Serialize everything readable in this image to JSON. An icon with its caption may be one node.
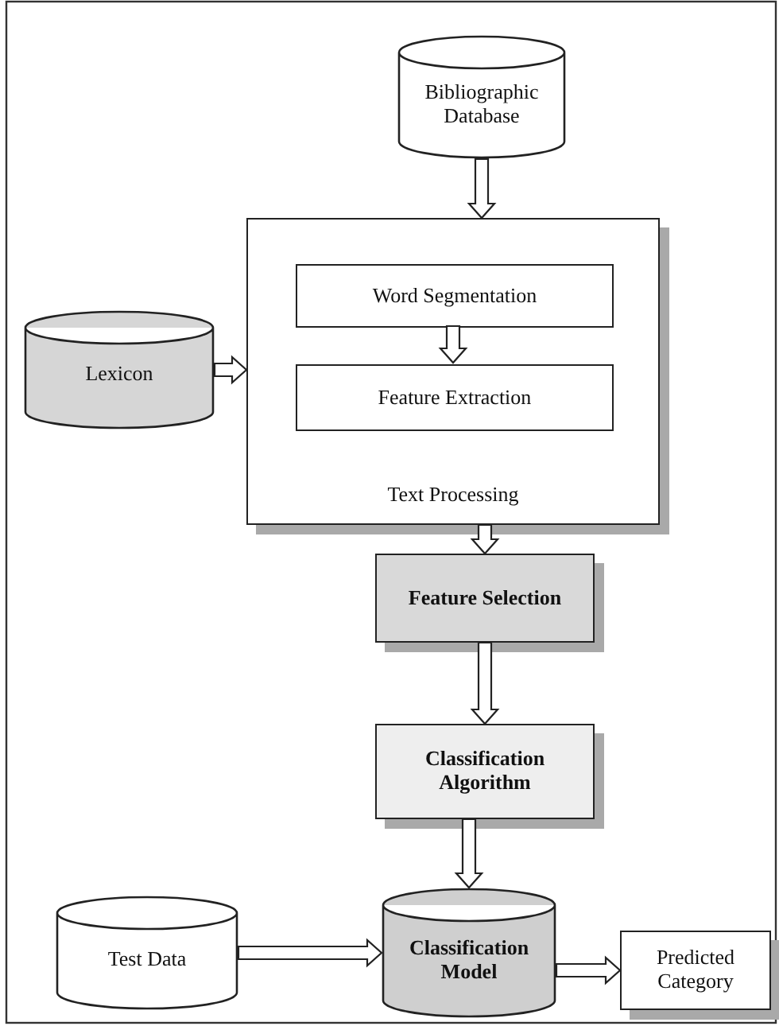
{
  "diagram": {
    "nodes": [
      {
        "text": [
          "Bibliographic Database"
        ]
      },
      {
        "text": [
          "Lexicon"
        ]
      },
      {
        "text": [
          "Text Processing"
        ]
      },
      {
        "text": [
          "Word Segmentation"
        ],
        "in": 2
      },
      {
        "text": [
          "Feature Extraction"
        ],
        "in": 2
      },
      {
        "text": [
          "Feature Selection"
        ]
      },
      {
        "text": [
          "Classification Algorithm"
        ]
      },
      {
        "text": [
          "Test Data"
        ]
      },
      {
        "text": [
          "Classification Model"
        ]
      },
      {
        "text": [
          "Predicted Category"
        ]
      }
    ],
    "edges": [
      {
        "from": 0,
        "to": 2,
        "arrow": "to"
      },
      {
        "from": 1,
        "to": 2,
        "arrow": "to"
      },
      {
        "from": 3,
        "to": 4,
        "arrow": "to"
      },
      {
        "from": 2,
        "to": 5,
        "arrow": "to"
      },
      {
        "from": 5,
        "to": 6,
        "arrow": "to"
      },
      {
        "from": 6,
        "to": 8,
        "arrow": "to"
      },
      {
        "from": 7,
        "to": 8,
        "arrow": "to"
      },
      {
        "from": 8,
        "to": 9,
        "arrow": "to"
      }
    ]
  }
}
